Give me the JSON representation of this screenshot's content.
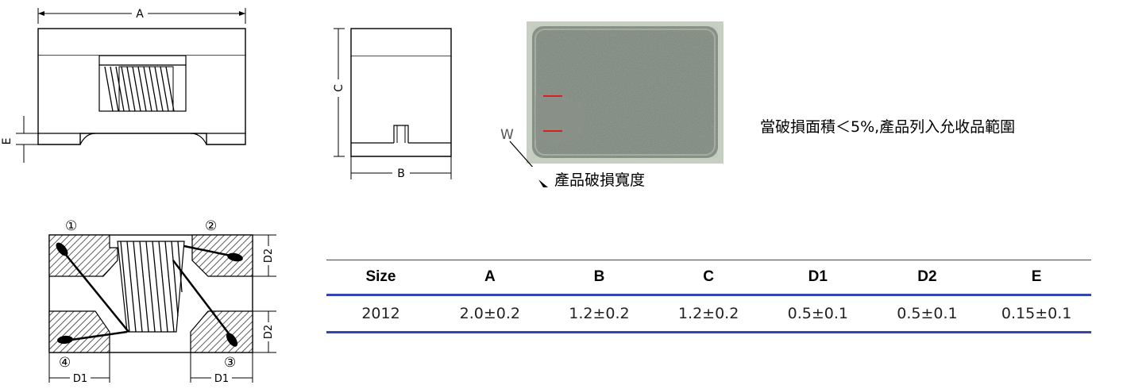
{
  "labels": {
    "dim_a": "A",
    "dim_b": "B",
    "dim_c": "C",
    "dim_e": "E",
    "dim_d1": "D1",
    "dim_d2": "D2",
    "width_w": "W",
    "pad_1": "①",
    "pad_2": "②",
    "pad_3": "③",
    "pad_4": "④"
  },
  "damage_width_label": "產品破損寬度",
  "acceptance_note": "當破損面積＜5%,產品列入允收品範圍",
  "colors": {
    "table_rule": "#3345b3",
    "width_marker": "#d92020"
  },
  "table": {
    "headers": [
      "Size",
      "A",
      "B",
      "C",
      "D1",
      "D2",
      "E"
    ],
    "rows": [
      [
        "2012",
        "2.0±0.2",
        "1.2±0.2",
        "1.2±0.2",
        "0.5±0.1",
        "0.5±0.1",
        "0.15±0.1"
      ]
    ]
  }
}
